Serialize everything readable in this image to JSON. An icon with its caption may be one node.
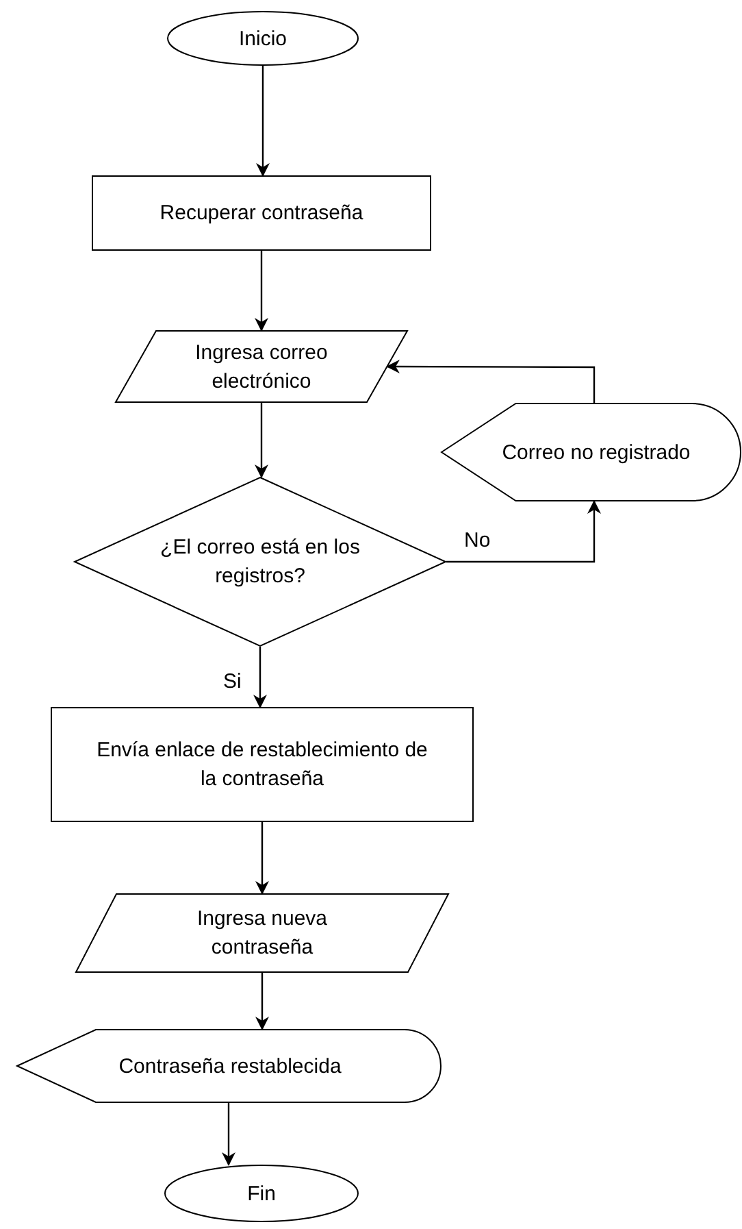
{
  "diagram": {
    "nodes": [
      {
        "text": [
          "Inicio"
        ]
      },
      {
        "text": [
          "Recuperar contraseña"
        ]
      },
      {
        "text": [
          "Ingresa correo electrónico"
        ]
      },
      {
        "text": [
          "¿El correo está en los registros?"
        ]
      },
      {
        "text": [
          "Correo no registrado"
        ]
      },
      {
        "text": [
          "Envía enlace de restablecimiento de la contraseña"
        ]
      },
      {
        "text": [
          "Ingresa nueva contraseña"
        ]
      },
      {
        "text": [
          "Contraseña restablecida"
        ]
      },
      {
        "text": [
          "Fin"
        ]
      }
    ],
    "edges": [
      {
        "from": 0,
        "to": 1,
        "arrow": "to"
      },
      {
        "from": 1,
        "to": 2,
        "arrow": "to"
      },
      {
        "from": 2,
        "to": 3,
        "arrow": "to"
      },
      {
        "from": 3,
        "to": 4,
        "arrow": "to",
        "label": "No"
      },
      {
        "from": 4,
        "to": 2,
        "arrow": "to"
      },
      {
        "from": 3,
        "to": 5,
        "arrow": "to",
        "label": "Si"
      },
      {
        "from": 5,
        "to": 6,
        "arrow": "to"
      },
      {
        "from": 6,
        "to": 7,
        "arrow": "to"
      },
      {
        "from": 7,
        "to": 8,
        "arrow": "to"
      }
    ]
  }
}
